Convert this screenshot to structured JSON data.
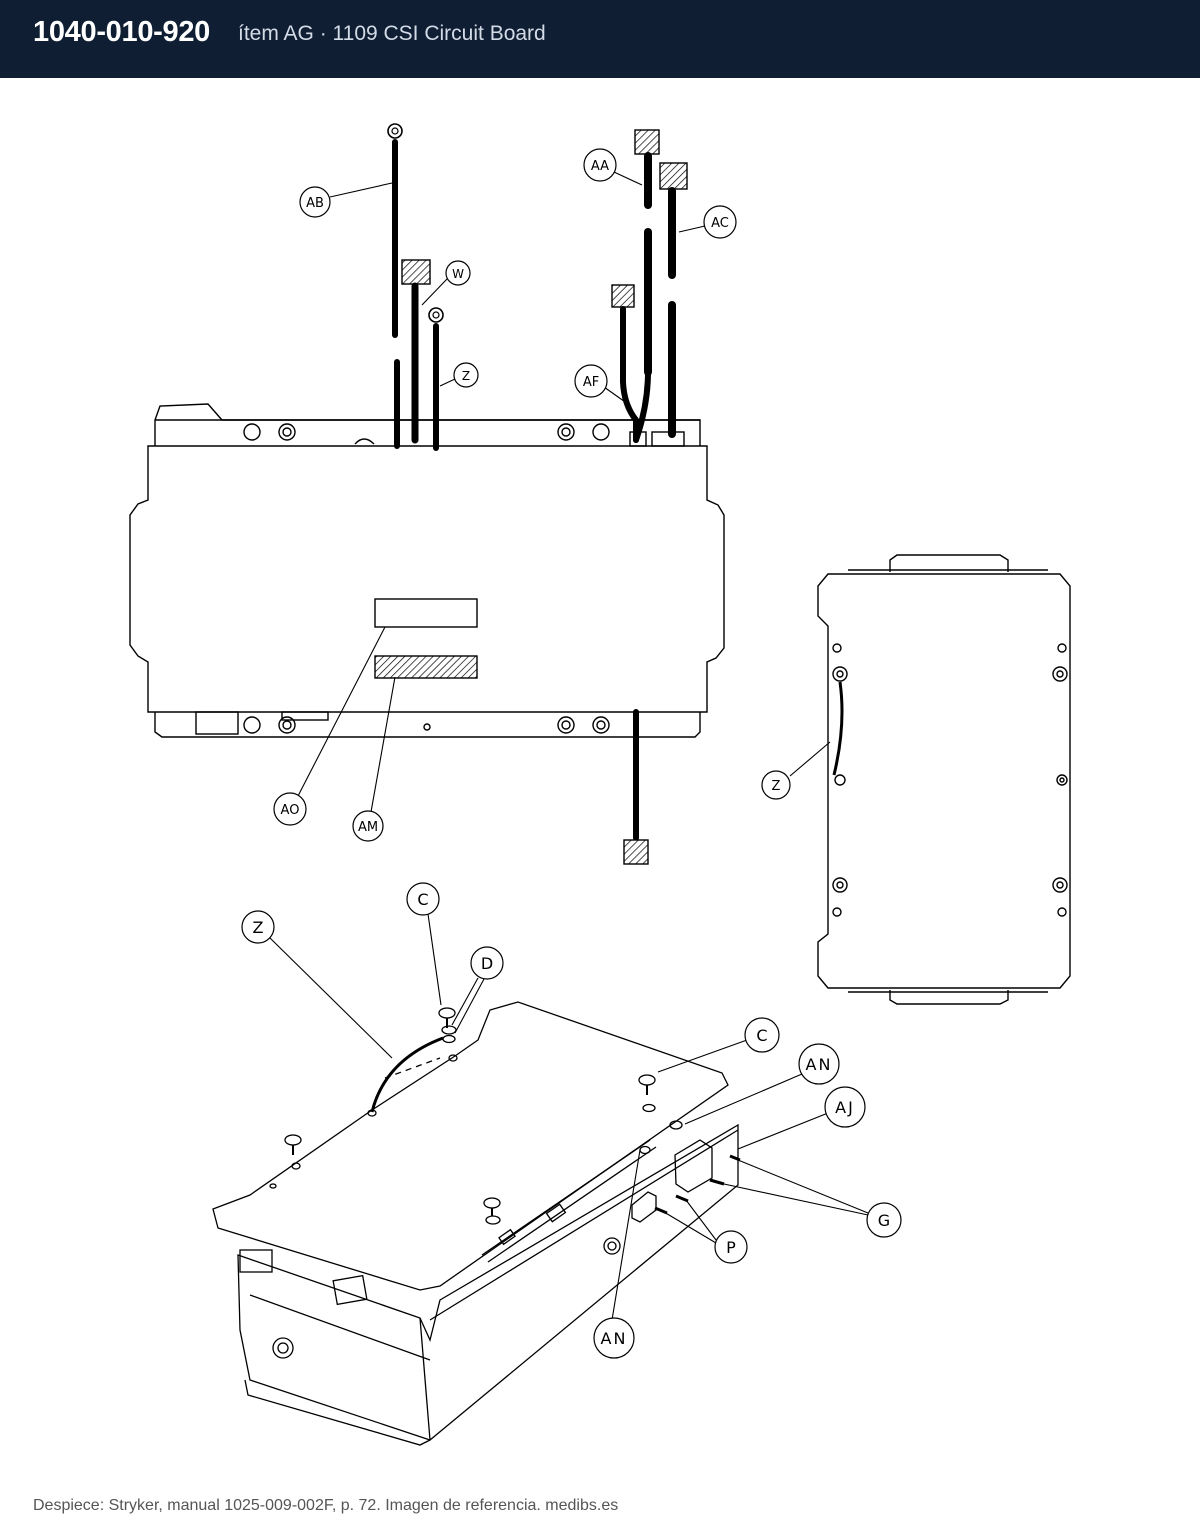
{
  "header": {
    "part_number": "1040-010-920",
    "item_title": "ítem AG · 1109 CSI Circuit Board"
  },
  "diagram": {
    "callouts": {
      "top_view": [
        "AB",
        "W",
        "Z",
        "AA",
        "AC",
        "AF",
        "AO",
        "AM"
      ],
      "side_view": [
        "Z"
      ],
      "iso_view": [
        "C",
        "D",
        "Z",
        "C",
        "AN",
        "AJ",
        "G",
        "P",
        "AN"
      ]
    }
  },
  "footer": {
    "credit": "Despiece: Stryker, manual 1025-009-002F, p. 72. Imagen de referencia. medibs.es"
  }
}
